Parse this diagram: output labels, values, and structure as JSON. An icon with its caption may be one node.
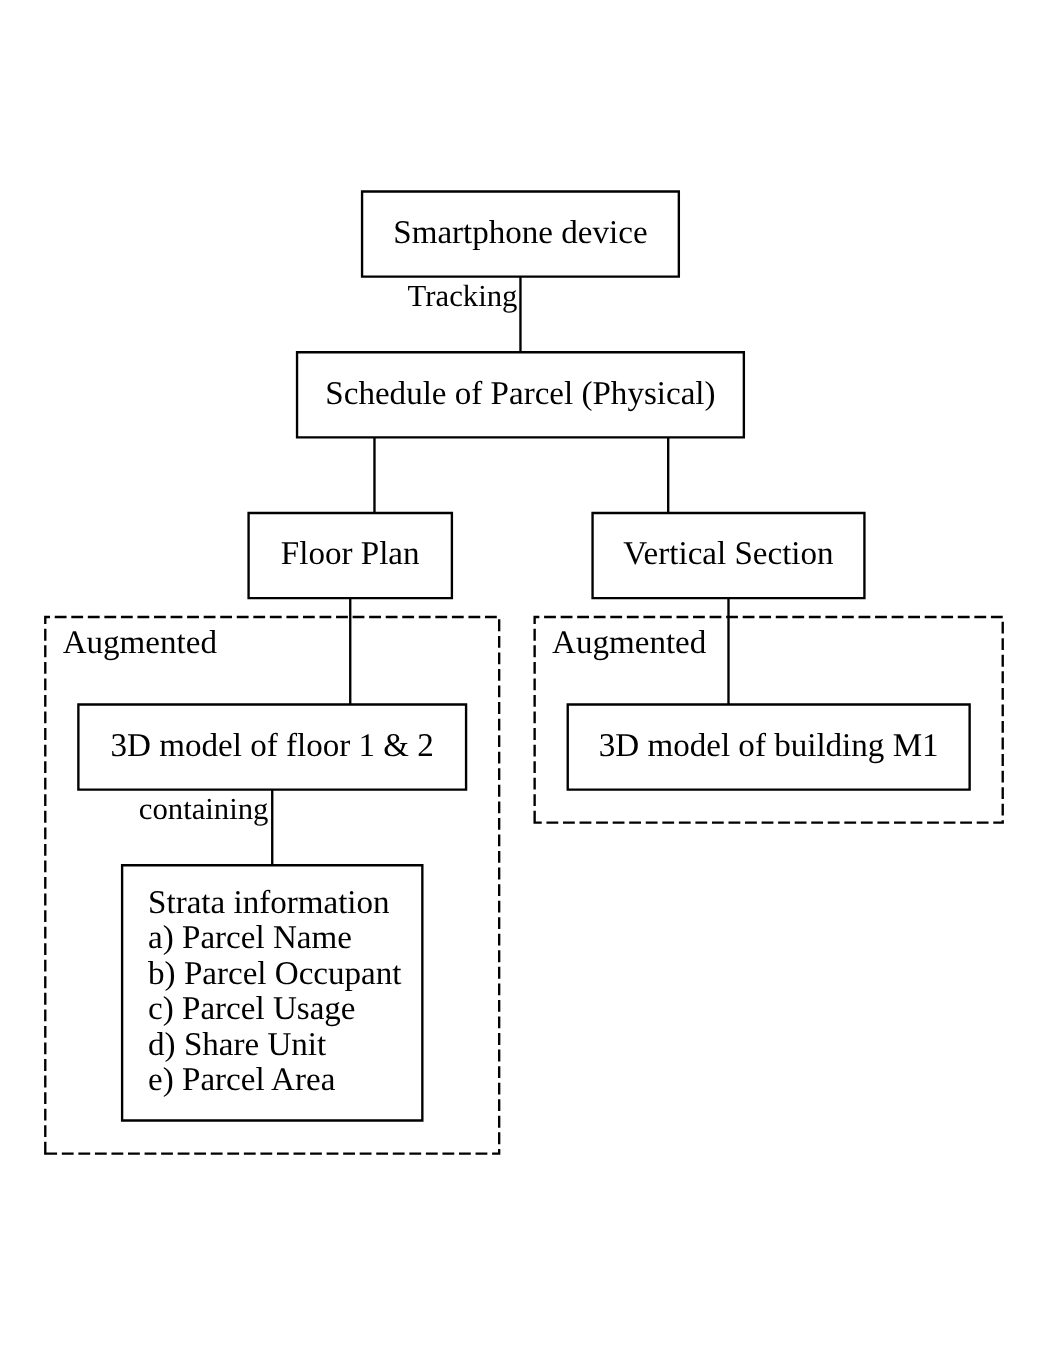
{
  "diagram": {
    "nodes": [
      {
        "text": [
          "Smartphone device"
        ]
      },
      {
        "text": [
          "Schedule of Parcel (Physical)"
        ]
      },
      {
        "text": [
          "Floor Plan"
        ]
      },
      {
        "text": [
          "Vertical Section"
        ]
      },
      {
        "text": [
          "Augmented"
        ]
      },
      {
        "text": [
          "3D model of floor 1 & 2"
        ],
        "in": 4
      },
      {
        "text": [
          "Strata information",
          "a) Parcel Name",
          "b) Parcel Occupant",
          "c) Parcel Usage",
          "d) Share Unit",
          "e) Parcel Area"
        ],
        "in": 4
      },
      {
        "text": [
          "Augmented"
        ]
      },
      {
        "text": [
          "3D model of building M1"
        ],
        "in": 7
      }
    ],
    "edges": [
      {
        "from": 0,
        "to": 1,
        "arrow": "none",
        "label": "Tracking"
      },
      {
        "from": 1,
        "to": 2,
        "arrow": "none"
      },
      {
        "from": 1,
        "to": 3,
        "arrow": "none"
      },
      {
        "from": 2,
        "to": 5,
        "arrow": "none"
      },
      {
        "from": 5,
        "to": 6,
        "arrow": "none",
        "label": "containing"
      },
      {
        "from": 3,
        "to": 8,
        "arrow": "none"
      }
    ]
  }
}
